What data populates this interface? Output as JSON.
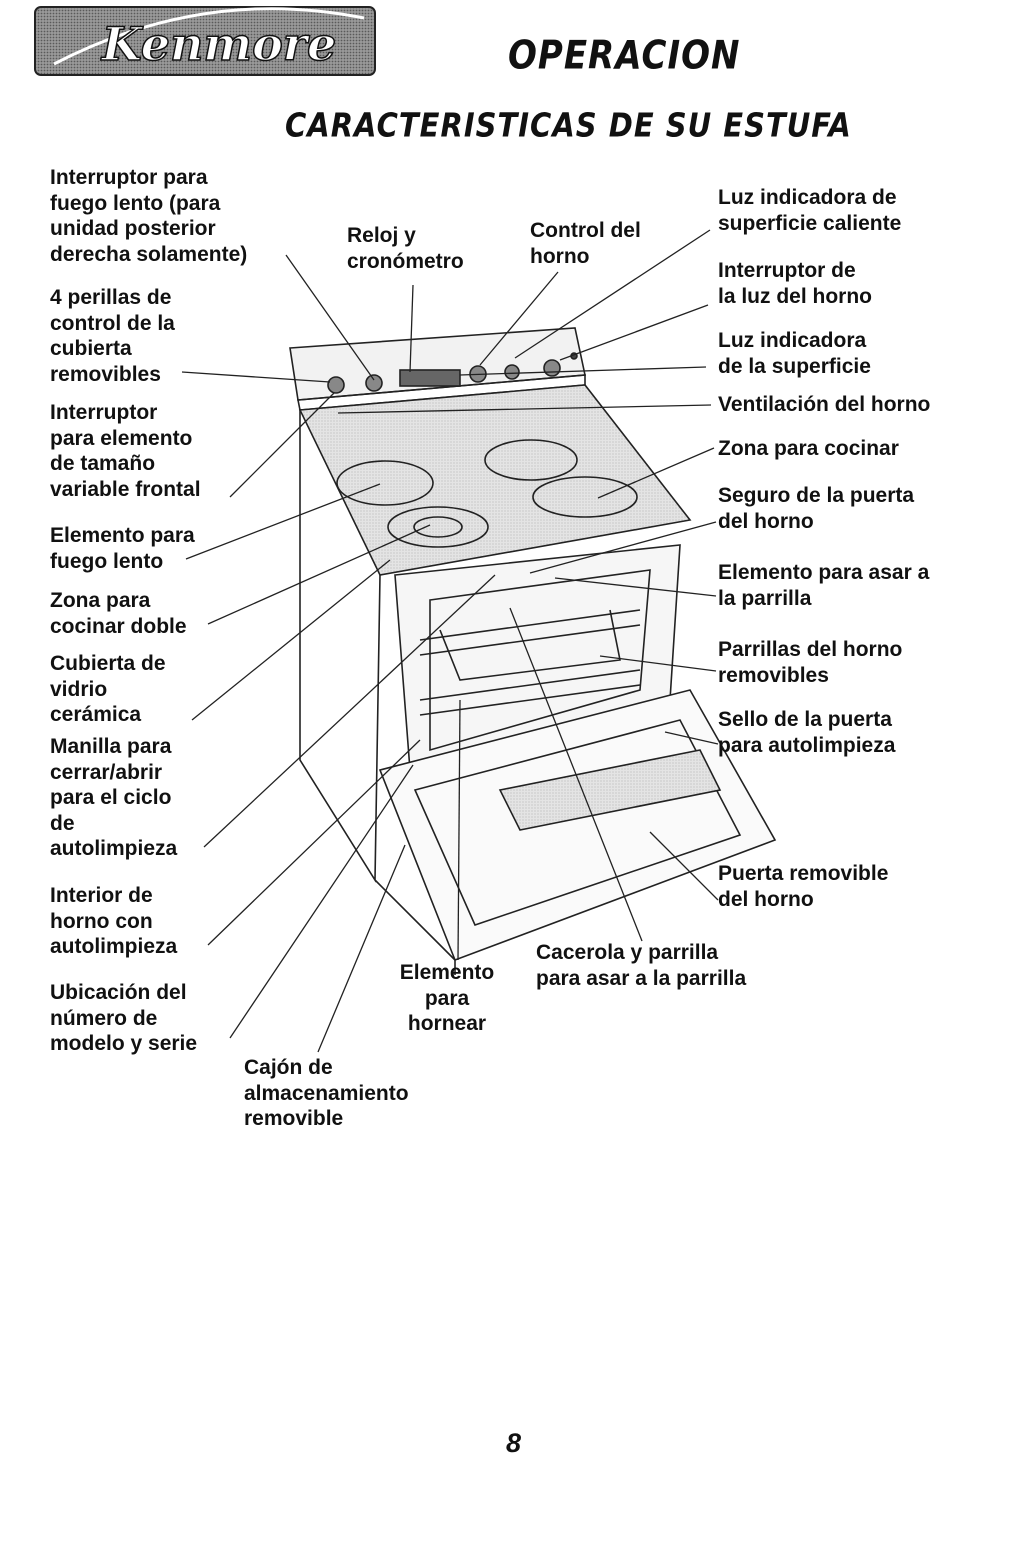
{
  "header": {
    "brand": "Kenmore",
    "section_title": "OPERACION",
    "subtitle": "CARACTERISTICAS DE SU ESTUFA"
  },
  "labels": {
    "interruptor_fuego_lento": "Interruptor para\nfuego lento (para\nunidad posterior\nderecha solamente)",
    "perillas": "4 perillas de\ncontrol de la\ncubierta\nremovibles",
    "interruptor_tamano_variable": "Interruptor\npara elemento\nde tamaño\nvariable frontal",
    "elemento_fuego_lento": "Elemento para\nfuego lento",
    "zona_doble": "Zona para\ncocinar doble",
    "cubierta_vidrio": "Cubierta de\nvidrio\ncerámica",
    "manilla": "Manilla para\ncerrar/abrir\npara el ciclo\nde\nautolimpieza",
    "interior_horno": "Interior de\nhorno con\nautolimpieza",
    "ubicacion_numero": "Ubicación del\nnúmero de\nmodelo y serie",
    "cajon": "Cajón de\nalmacenamiento\nremovible",
    "reloj": "Reloj y\ncronómetro",
    "control_horno": "Control del\nhorno",
    "luz_superficie_caliente": "Luz indicadora de\nsuperficie caliente",
    "interruptor_luz": "Interruptor de\nla luz del horno",
    "luz_superficie": "Luz indicadora\nde la superficie",
    "ventilacion": "Ventilación del horno",
    "zona_cocinar": "Zona para cocinar",
    "seguro_puerta": "Seguro de la puerta\ndel horno",
    "elemento_asar": "Elemento para asar a\nla parrilla",
    "parrillas": "Parrillas del horno\nremovibles",
    "sello_puerta": "Sello de la puerta\npara autolimpieza",
    "puerta_removible": "Puerta removible\ndel horno",
    "cacerola": "Cacerola y parrilla\npara asar a la parrilla",
    "elemento_hornear": "Elemento\npara\nhornear"
  },
  "footer": {
    "page_number": "8"
  }
}
